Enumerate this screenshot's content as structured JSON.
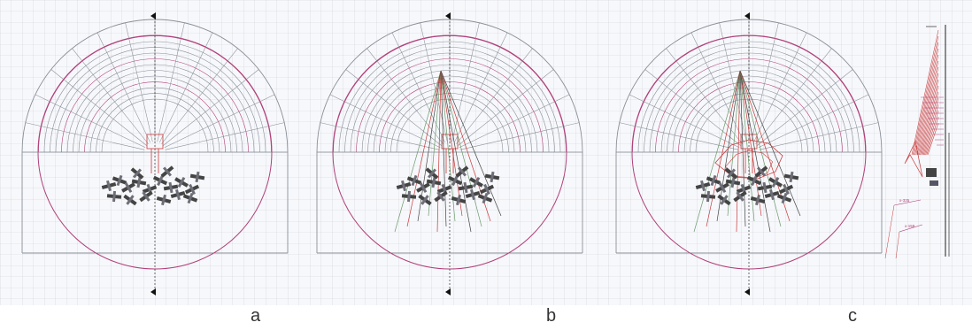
{
  "panels": [
    {
      "label": "a"
    },
    {
      "label": "b"
    },
    {
      "label": "c"
    },
    {
      "label": ""
    }
  ],
  "side_annotations": [
    "x-325",
    "x-158"
  ],
  "colors": {
    "grid": "#c9ced8",
    "outline": "#8a8f98",
    "magenta": "#b0407a",
    "dark": "#444444",
    "red": "#c83a3a",
    "green": "#6a9a6a",
    "label": "#333333"
  }
}
